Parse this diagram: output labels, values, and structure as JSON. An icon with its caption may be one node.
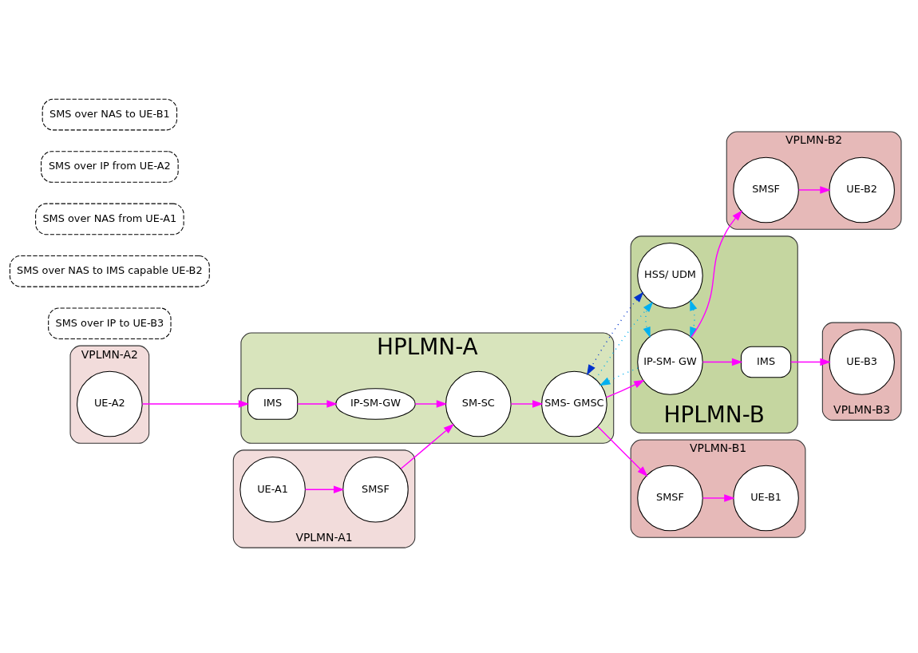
{
  "diagram": {
    "nodes": [
      {
        "text": [
          "HPLMN-B"
        ]
      },
      {
        "text": [
          "IMS"
        ],
        "in": 0
      },
      {
        "text": [
          "HSS/ UDM"
        ],
        "in": 0
      },
      {
        "text": [
          "IP-SM- GW"
        ],
        "in": 0
      },
      {
        "text": [
          "SMS over IP to UE-B3"
        ]
      },
      {
        "text": [
          "VPLMN-B3"
        ]
      },
      {
        "text": [
          "UE-B3"
        ],
        "in": 5
      },
      {
        "text": [
          "VPLMN-B2"
        ]
      },
      {
        "text": [
          "SMSF"
        ],
        "in": 7
      },
      {
        "text": [
          "UE-B2"
        ],
        "in": 7
      },
      {
        "text": [
          "SMS over NAS to IMS capable UE-B2"
        ]
      },
      {
        "text": [
          "SMS over NAS from UE-A1"
        ]
      },
      {
        "text": [
          "VPLMN-A1"
        ]
      },
      {
        "text": [
          "UE-A1"
        ],
        "in": 12
      },
      {
        "text": [
          "SMSF"
        ],
        "in": 12
      },
      {
        "text": [
          "HPLMN-A"
        ]
      },
      {
        "text": [
          "SM-SC"
        ],
        "in": 15
      },
      {
        "text": [
          "SMS- GMSC"
        ],
        "in": 15
      },
      {
        "text": [
          "IP-SM-GW"
        ],
        "in": 15
      },
      {
        "text": [
          "IMS"
        ],
        "in": 15
      },
      {
        "text": [
          "VPLMN-A2"
        ]
      },
      {
        "text": [
          "UE-A2"
        ],
        "in": 20
      },
      {
        "text": [
          "SMS over IP from UE-A2"
        ]
      },
      {
        "text": [
          "SMS over NAS to UE-B1"
        ]
      },
      {
        "text": [
          "VPLMN-B1"
        ]
      },
      {
        "text": [
          "SMSF"
        ],
        "in": 24
      },
      {
        "text": [
          "UE-B1"
        ],
        "in": 24
      }
    ],
    "edges": [
      {
        "from": 13,
        "to": 14,
        "arrow": "to"
      },
      {
        "from": 14,
        "to": 16,
        "arrow": "to"
      },
      {
        "from": 16,
        "to": 17,
        "arrow": "to"
      },
      {
        "from": 18,
        "to": 16,
        "arrow": "to"
      },
      {
        "from": 19,
        "to": 18,
        "arrow": "to"
      },
      {
        "from": 21,
        "to": 19,
        "arrow": "to"
      },
      {
        "from": 17,
        "to": 3,
        "arrow": "to"
      },
      {
        "from": 3,
        "to": 1,
        "arrow": "to"
      },
      {
        "from": 1,
        "to": 6,
        "arrow": "to"
      },
      {
        "from": 3,
        "to": 8,
        "arrow": "to"
      },
      {
        "from": 8,
        "to": 9,
        "arrow": "to"
      },
      {
        "from": 17,
        "to": 25,
        "arrow": "to"
      },
      {
        "from": 25,
        "to": 26,
        "arrow": "to"
      },
      {
        "from": 2,
        "to": 3,
        "arrow": "both",
        "style": "dashed",
        "color": "#00b0f0"
      },
      {
        "from": 2,
        "to": 3,
        "arrow": "to",
        "style": "dashed",
        "color": "#00b0f0"
      },
      {
        "from": 2,
        "to": 17,
        "arrow": "both",
        "style": "dashed",
        "color": "#0033cc"
      },
      {
        "from": 17,
        "to": 2,
        "arrow": "to",
        "style": "dashed",
        "color": "#00b0f0"
      },
      {
        "from": 3,
        "to": 17,
        "arrow": "to",
        "style": "dashed",
        "color": "#00b0f0"
      }
    ]
  }
}
